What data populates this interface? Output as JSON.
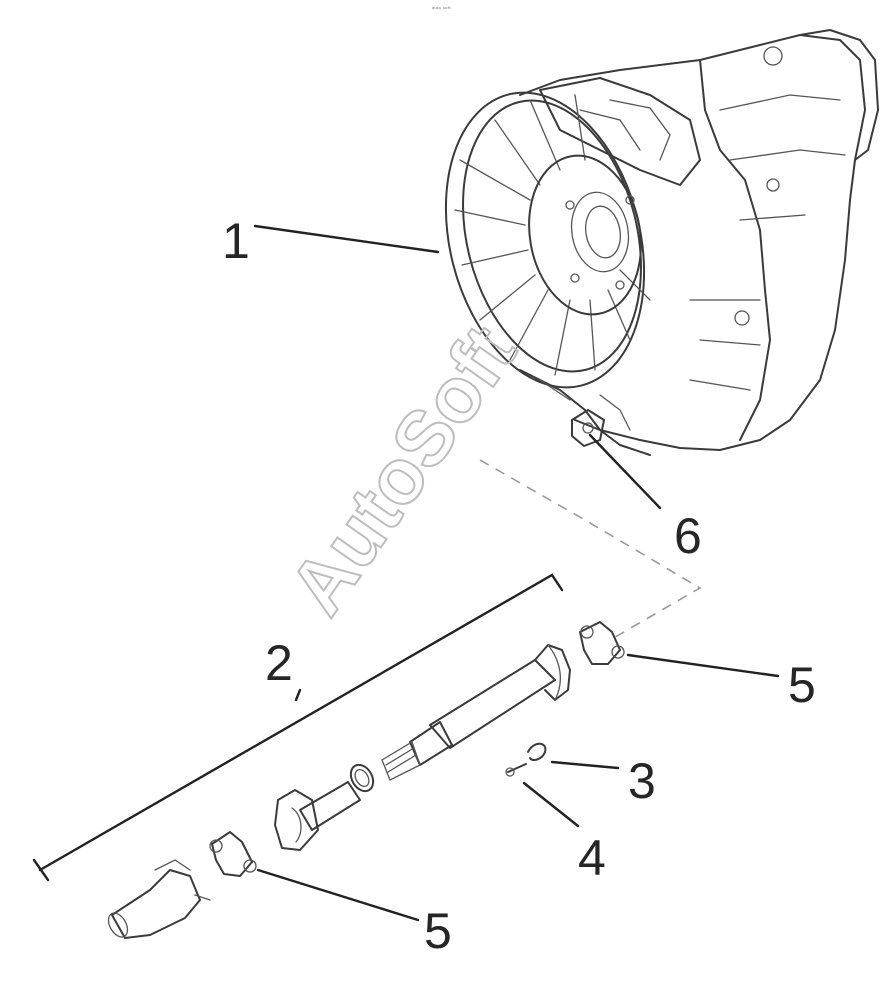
{
  "header": {
    "mark": "ᵃᵘᵗᵒ ˢᵒᶠᵗ"
  },
  "watermark": "AutoSoft",
  "callouts": [
    {
      "id": "c1",
      "label": "1",
      "part": "transmission-housing"
    },
    {
      "id": "c2",
      "label": "2",
      "part": "drive-shaft-assembly"
    },
    {
      "id": "c3",
      "label": "3",
      "part": "clip"
    },
    {
      "id": "c4",
      "label": "4",
      "part": "bolt"
    },
    {
      "id": "c5a",
      "label": "5",
      "part": "universal-joint-cross"
    },
    {
      "id": "c5b",
      "label": "5",
      "part": "universal-joint-cross"
    },
    {
      "id": "c6",
      "label": "6",
      "part": "output-flange"
    }
  ],
  "colors": {
    "ink": "#3a3a3a",
    "watermark": "#bdbdbd",
    "background": "#ffffff"
  }
}
